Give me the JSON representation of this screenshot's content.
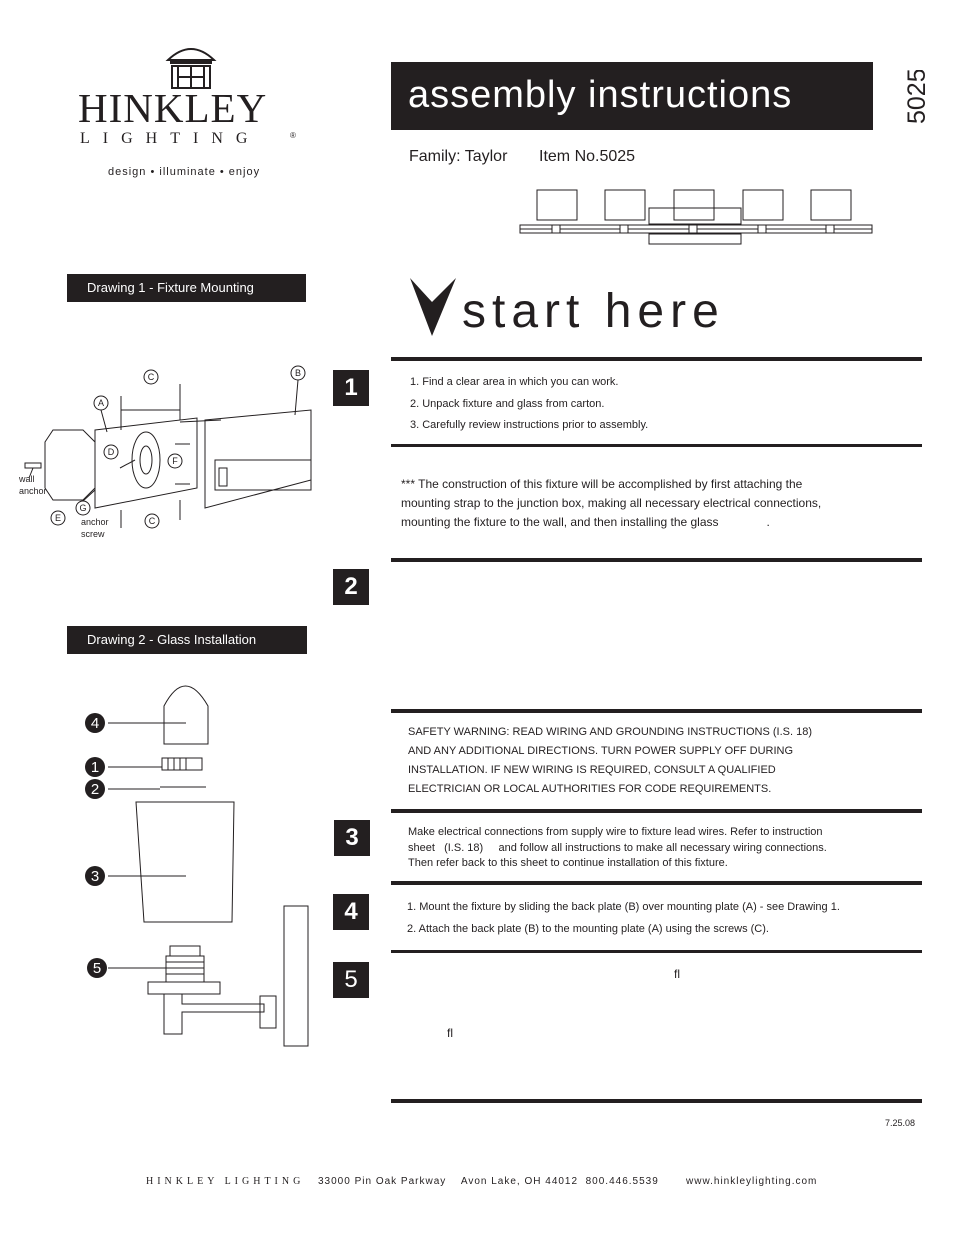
{
  "logo": {
    "name": "HINKLEY",
    "sub": "LIGHTING",
    "reg": "®",
    "tagline": "design • illuminate • enjoy"
  },
  "header": {
    "title": "assembly instructions",
    "item_vertical": "5025",
    "family": "Family: Taylor",
    "item_no": "Item No.5025"
  },
  "start_here": "start here",
  "drawings": {
    "drawing1_label": "Drawing 1 - Fixture Mounting",
    "drawing2_label": "Drawing 2 - Glass Installation",
    "d1_callouts": {
      "a": "A",
      "b": "B",
      "c": "C",
      "d": "D",
      "e": "E",
      "f": "F",
      "g": "G"
    },
    "d1_text": {
      "wall_anchor_1": "wall",
      "wall_anchor_2": "anchor",
      "anchor_screw_1": "anchor",
      "anchor_screw_2": "screw"
    },
    "d2_callouts": [
      "4",
      "1",
      "2",
      "3",
      "5"
    ]
  },
  "steps": {
    "s1": "1",
    "s1_items": [
      "1. Find a clear area in which you can work.",
      "2. Unpack fixture and glass from carton.",
      "3. Carefully review instructions prior to assembly."
    ],
    "construction_note": "*** The construction of this fixture will be accomplished by first attaching the mounting strap to the junction box, making all necessary electrical connections, mounting the fixture to the wall, and then installing the glass",
    "construction_period": ".",
    "s2": "2",
    "safety_lines": [
      "SAFETY WARNING: READ WIRING AND GROUNDING INSTRUCTIONS (I.S. 18)",
      "AND ANY ADDITIONAL DIRECTIONS. TURN POWER SUPPLY OFF DURING",
      "INSTALLATION. IF NEW WIRING IS REQUIRED, CONSULT A QUALIFIED",
      "ELECTRICIAN OR LOCAL AUTHORITIES FOR CODE REQUIREMENTS."
    ],
    "s3": "3",
    "s3_lines": [
      "Make electrical connections from supply wire to fixture lead wires. Refer to instruction",
      "sheet   (I.S. 18)     and follow all instructions to make all necessary wiring connections.",
      "Then refer back to this sheet to continue installation of this fixture."
    ],
    "s4": "4",
    "s4_items": [
      "1. Mount the fixture by sliding the back plate (B) over mounting plate (A) - see Drawing 1.",
      "2. Attach the back plate (B) to the mounting plate (A) using the screws (C)."
    ],
    "s5": "5",
    "s5_glyph_1": "fl",
    "s5_glyph_2": "fl"
  },
  "date": "7.25.08",
  "footer": {
    "company": "HINKLEY LIGHTING",
    "address": "33000 Pin Oak Parkway    Avon Lake, OH 44012  800.446.5539",
    "web": "www.hinkleylighting.com"
  }
}
